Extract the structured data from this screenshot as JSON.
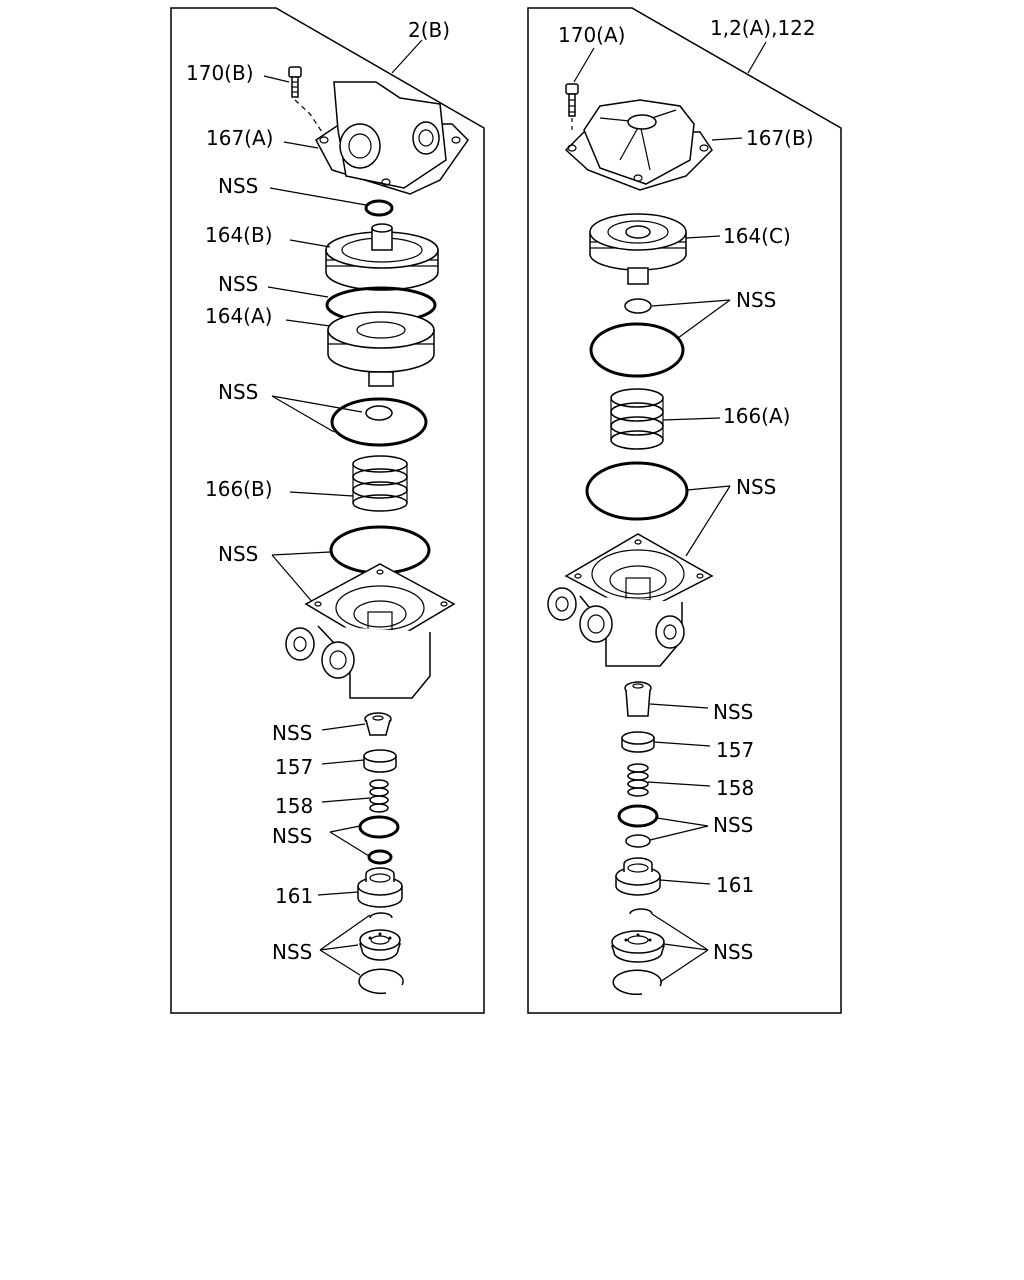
{
  "left_panel": {
    "assembly_label": "2(B)",
    "labels": {
      "bolt": "170(B)",
      "cover": "167(A)",
      "oring_top": "NSS",
      "piston_b": "164(B)",
      "oring_piston": "NSS",
      "piston_a": "164(A)",
      "oring_pair": "NSS",
      "spring": "166(B)",
      "oring_body": "NSS",
      "valve": "NSS",
      "seat": "157",
      "small_spring": "158",
      "small_orings": "NSS",
      "plug": "161",
      "retainer_set": "NSS"
    }
  },
  "right_panel": {
    "assembly_label": "1,2(A),122",
    "labels": {
      "bolt": "170(A)",
      "cover": "167(B)",
      "piston_c": "164(C)",
      "oring_pair_top": "NSS",
      "spring": "166(A)",
      "oring_body": "NSS",
      "valve": "NSS",
      "seat": "157",
      "small_spring": "158",
      "small_orings": "NSS",
      "plug": "161",
      "retainer_set": "NSS"
    }
  }
}
